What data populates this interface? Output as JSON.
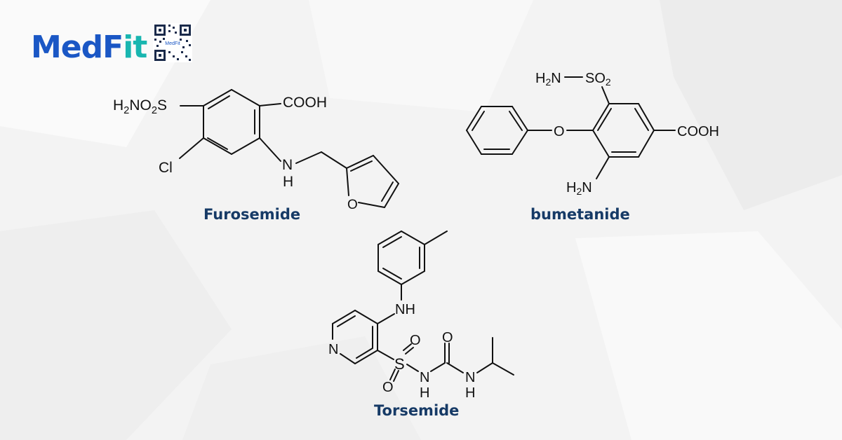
{
  "brand": {
    "logo_part1": "MedF",
    "logo_part2": "it",
    "qr_label": "MedFit",
    "primary_color": "#1a57c5",
    "accent_color": "#19b6b0"
  },
  "molecules": [
    {
      "name": "Furosemide",
      "labels": {
        "sulfonamide": "H2NO2S",
        "acid": "COOH",
        "chloro": "Cl",
        "amine_n": "N",
        "amine_h": "H",
        "furan_o": "O"
      }
    },
    {
      "name": "bumetanide",
      "labels": {
        "amine": "H2N",
        "sulfonyl": "SO2",
        "ether_o": "O",
        "acid": "COOH",
        "amine2": "H2N"
      }
    },
    {
      "name": "Torsemide",
      "labels": {
        "nh_top": "NH",
        "pyridine_n": "N",
        "sulfur": "S",
        "oxygen": "O",
        "nh_sulfonyl": "N",
        "h": "H",
        "nh_urea": "N"
      }
    }
  ],
  "caption_color": "#163a66"
}
